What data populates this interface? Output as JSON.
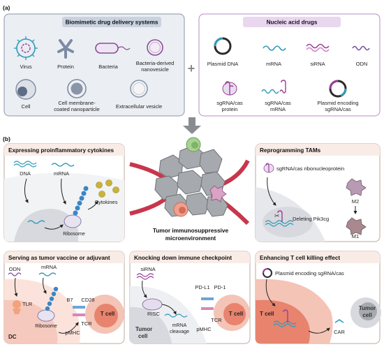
{
  "panel_a": {
    "label": "(a)",
    "biomimetic": {
      "title": "Biomimetic drug delivery systems",
      "items": [
        "Virus",
        "Protein",
        "Bacteria",
        "Bacteria-derived nanovesicle",
        "Cell",
        "Cell membrane-coated nanoparticle",
        "Extracellular vesicle"
      ]
    },
    "plus": "+",
    "nucleic": {
      "title": "Nucleic acid drugs",
      "items": [
        "Plasmid DNA",
        "mRNA",
        "siRNA",
        "ODN",
        "sgRNA/cas protein",
        "sgRNA/cas mRNA",
        "Plasmid encoding sgRNA/cas"
      ]
    }
  },
  "panel_b": {
    "label": "(b)",
    "tme": {
      "line1": "Tumor immunosuppressive",
      "line2": "microenvironment"
    },
    "cytokines": {
      "title": "Expressing proinflammatory cytokines",
      "dna": "DNA",
      "mrna": "mRNA",
      "cytokines": "Cytokines",
      "ribosome": "Ribosome"
    },
    "tams": {
      "title": "Reprogramming TAMs",
      "agent": "sgRNA/cas ribonucleoprotein",
      "m2": "M2",
      "m1": "M1",
      "deleting": "Deleting Pik3cg"
    },
    "vaccine": {
      "title": "Serving as tumor vaccine or adjuvant",
      "odn": "ODN",
      "mrna": "mRNA",
      "tlr": "TLR",
      "ribosome": "Ribosome",
      "dc": "DC",
      "b7": "B7",
      "cd28": "CD28",
      "tcr": "TCR",
      "pmhc": "pMHC",
      "tcell": "T cell"
    },
    "checkpoint": {
      "title": "Knocking down immune checkpoint",
      "sirna": "siRNA",
      "risc": "RISC",
      "cleavage1": "mRNA",
      "cleavage2": "cleavage",
      "tumor1": "Tumor",
      "tumor2": "cell",
      "pdl1": "PD-L1",
      "pd1": "PD-1",
      "tcr": "TCR",
      "pmhc": "pMHC",
      "tcell": "T cell"
    },
    "tkilling": {
      "title": "Enhancing T cell killing effect",
      "agent": "Plasmid encoding sgRNA/cas",
      "tcell": "T cell",
      "tumor1": "Tumor",
      "tumor2": "cell",
      "car": "CAR"
    }
  },
  "colors": {
    "panel_bg": "#ebeef3",
    "panel_border": "#8a96a8",
    "title_bar": "#c9d2e0",
    "nucleic_bar": "#e9d7f0",
    "peach": "#f9ece6",
    "salmon": "#f5c9bd",
    "tcell": "#e8836e",
    "gray_cell": "#d7d9de",
    "nucleus": "#9ea3ab",
    "teal": "#2f9bb8",
    "purple": "#9a3f96",
    "arrow": "#7f8085",
    "tumor_gray": "#a6a9ad"
  }
}
